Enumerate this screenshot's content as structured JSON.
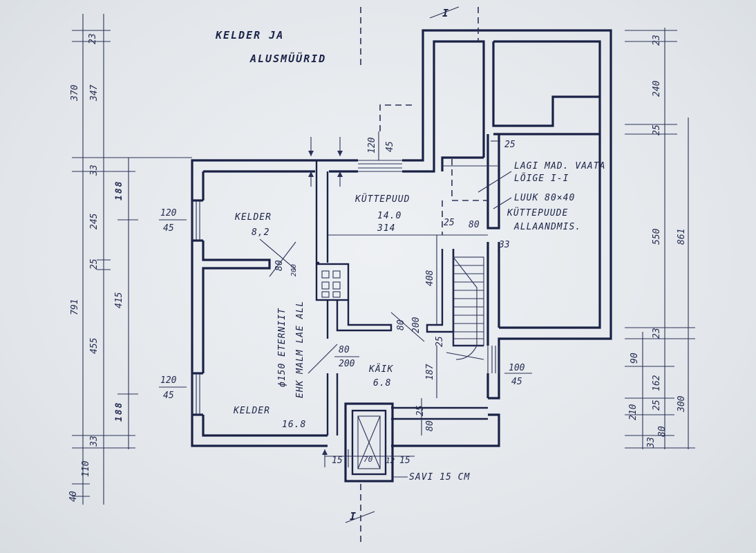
{
  "title": {
    "line1": "KELDER JA",
    "line2": "ALUSMÜÜRID"
  },
  "rooms": {
    "kelder_top": {
      "name": "KELDER",
      "area": "8,2"
    },
    "kuttepuud": {
      "name": "KÜTTEPUUD",
      "area": "14.0",
      "height": "314"
    },
    "kaik": {
      "name": "KÄIK",
      "area": "6.8"
    },
    "kelder_bottom": {
      "name": "KELDER",
      "area": "16.8"
    }
  },
  "notes": {
    "lagi_1": "LAGI MAD. VAATA",
    "lagi_2": "LÕIGE I-I",
    "luuk": "LUUK 80×40",
    "kuttepuude": "KÜTTEPUUDE",
    "allaandmis": "ALLAANDMIS.",
    "savi": "SAVI 15 CM",
    "eternit": "ф150 ETERNIIT",
    "malm": "EHK MALM LAE ALL",
    "door_top_h": "80",
    "door_top_w": "200"
  },
  "section_marks": {
    "top": "I",
    "bottom": "I"
  },
  "dims_left": {
    "outer": [
      "23",
      "370",
      "347",
      "33",
      "245",
      "25",
      "791",
      "415",
      "455",
      "188",
      "188",
      "33",
      "110",
      "40"
    ]
  },
  "dims_right": {
    "outer": [
      "23",
      "240",
      "25",
      "550",
      "861",
      "23",
      "90",
      "210",
      "162",
      "25",
      "300",
      "33",
      "80"
    ]
  },
  "dims_inner": {
    "win_top_a": "120",
    "win_top_b": "45",
    "win_left1_a": "120",
    "win_left1_b": "45",
    "win_left2_a": "120",
    "win_left2_b": "45",
    "win_right_a": "100",
    "win_right_b": "45",
    "d25a": "25",
    "d80a": "80",
    "d33": "33",
    "d25b": "25",
    "d408": "408",
    "d80b": "80",
    "d200b": "200",
    "d25c": "25",
    "d80c": "80",
    "d200c": "200",
    "d187": "187",
    "d25d": "25",
    "d80d": "80",
    "d15a": "15",
    "d70": "70",
    "d12": "12",
    "d15b": "15"
  }
}
